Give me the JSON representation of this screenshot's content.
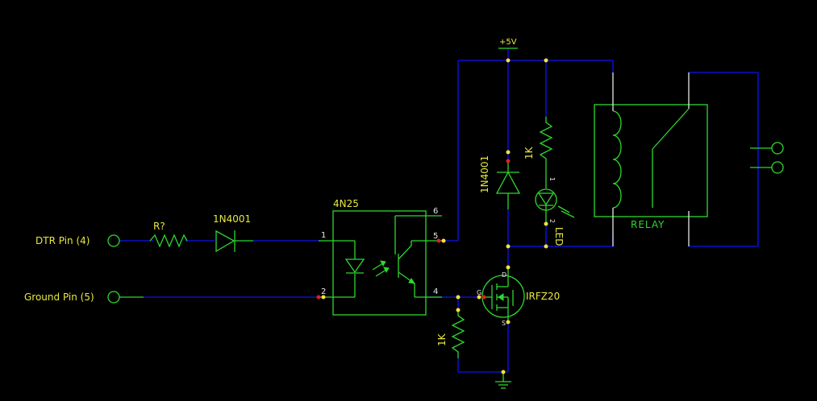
{
  "labels": {
    "dtr_pin": "DTR Pin (4)",
    "ground_pin": "Ground Pin (5)",
    "resistor_in": "R?",
    "diode_in": "1N4001",
    "optocoupler": "4N25",
    "opto_pin1": "1",
    "opto_pin2": "2",
    "opto_pin4": "4",
    "opto_pin5": "5",
    "opto_pin6": "6",
    "supply": "+5V",
    "flyback_diode": "1N4001",
    "led_resistor": "1K",
    "led_pin1": "1",
    "led_pin2": "2",
    "led": "LED",
    "relay": "RELAY",
    "mosfet": "IRFZ20",
    "mosfet_g": "G",
    "mosfet_d": "D",
    "mosfet_s": "S",
    "gate_resistor": "1K"
  },
  "colors": {
    "wire": "#0a10c8",
    "component": "#2ed82e",
    "label": "#e8e840",
    "pin_number": "#e8e8e8",
    "junction": "#f4e23a",
    "junction_alt": "#e02020",
    "background": "#000000"
  }
}
